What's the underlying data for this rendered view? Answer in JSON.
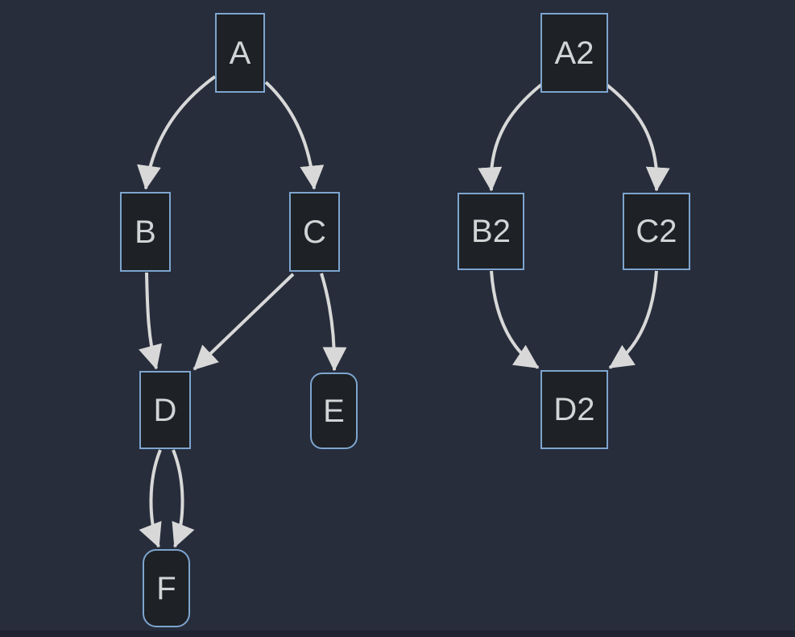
{
  "colors": {
    "canvas_bg": "#272d3b",
    "canvas_edge_strip": "#1f2430",
    "node_fill": "#1e2125",
    "node_border": "#7da5cf",
    "edge_stroke": "#d8d8d8",
    "node_label": "#d2d4d6"
  },
  "graphs": [
    {
      "id": "left-graph",
      "nodes": [
        {
          "id": "A",
          "label": "A",
          "shape": "box"
        },
        {
          "id": "B",
          "label": "B",
          "shape": "box"
        },
        {
          "id": "C",
          "label": "C",
          "shape": "box"
        },
        {
          "id": "D",
          "label": "D",
          "shape": "box"
        },
        {
          "id": "E",
          "label": "E",
          "shape": "rounded-box"
        },
        {
          "id": "F",
          "label": "F",
          "shape": "rounded-box"
        }
      ],
      "edges": [
        {
          "from": "A",
          "to": "B"
        },
        {
          "from": "A",
          "to": "C"
        },
        {
          "from": "B",
          "to": "D"
        },
        {
          "from": "C",
          "to": "D"
        },
        {
          "from": "C",
          "to": "E"
        },
        {
          "from": "D",
          "to": "F"
        },
        {
          "from": "D",
          "to": "F"
        }
      ]
    },
    {
      "id": "right-graph",
      "nodes": [
        {
          "id": "A2",
          "label": "A2",
          "shape": "box"
        },
        {
          "id": "B2",
          "label": "B2",
          "shape": "box"
        },
        {
          "id": "C2",
          "label": "C2",
          "shape": "box"
        },
        {
          "id": "D2",
          "label": "D2",
          "shape": "box"
        }
      ],
      "edges": [
        {
          "from": "A2",
          "to": "B2"
        },
        {
          "from": "A2",
          "to": "C2"
        },
        {
          "from": "B2",
          "to": "D2"
        },
        {
          "from": "C2",
          "to": "D2"
        }
      ]
    }
  ]
}
